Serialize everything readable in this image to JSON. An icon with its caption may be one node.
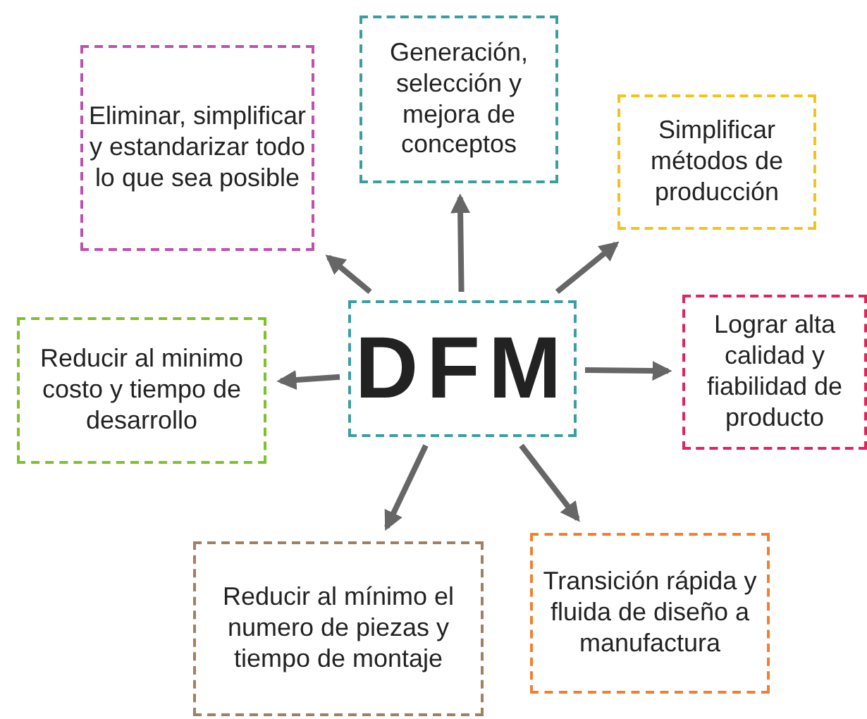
{
  "diagram": {
    "nodes": [
      {
        "text": [
          "DFM"
        ]
      },
      {
        "text": [
          "Eliminar, simplificar y estandarizar todo lo que sea posible"
        ]
      },
      {
        "text": [
          "Generación, selección y mejora de conceptos"
        ]
      },
      {
        "text": [
          "Simplificar métodos de producción"
        ]
      },
      {
        "text": [
          "Lograr alta calidad y fiabilidad de producto"
        ]
      },
      {
        "text": [
          "Reducir al minimo costo y tiempo de desarrollo"
        ]
      },
      {
        "text": [
          "Reducir al mínimo el numero de piezas y tiempo de montaje"
        ]
      },
      {
        "text": [
          "Transición rápida y fluida de diseño a manufactura"
        ]
      }
    ],
    "edges": [
      {
        "from": 0,
        "to": 1,
        "arrow": "to"
      },
      {
        "from": 0,
        "to": 2,
        "arrow": "to"
      },
      {
        "from": 0,
        "to": 3,
        "arrow": "to"
      },
      {
        "from": 0,
        "to": 4,
        "arrow": "to"
      },
      {
        "from": 0,
        "to": 5,
        "arrow": "to"
      },
      {
        "from": 0,
        "to": 6,
        "arrow": "to"
      },
      {
        "from": 0,
        "to": 7,
        "arrow": "to"
      }
    ]
  }
}
